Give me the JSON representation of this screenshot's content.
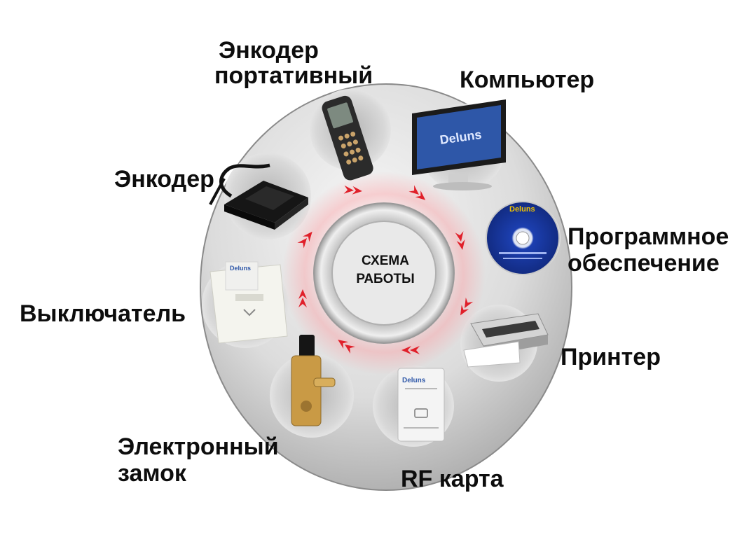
{
  "center": {
    "line1": "СХЕМА",
    "line2": "РАБОТЫ"
  },
  "labels": {
    "encoder_portable_1": "Энкодер",
    "encoder_portable_2": "портативный",
    "computer": "Компьютер",
    "encoder": "Энкодер",
    "software_1": "Программное",
    "software_2": "обеспечение",
    "switch": "Выключатель",
    "printer": "Принтер",
    "lock_1": "Электронный",
    "lock_2": "замок",
    "rf_card": "RF карта"
  },
  "brand": "Deluns",
  "colors": {
    "arrow": "#e0202a",
    "disc": "#d9d9d9",
    "monitor_screen": "#2e57a8",
    "cd": "#1a3aa8"
  },
  "icons": [
    "portable-encoder-icon",
    "computer-icon",
    "encoder-icon",
    "software-cd-icon",
    "energy-switch-icon",
    "printer-icon",
    "door-lock-icon",
    "rf-card-icon"
  ]
}
